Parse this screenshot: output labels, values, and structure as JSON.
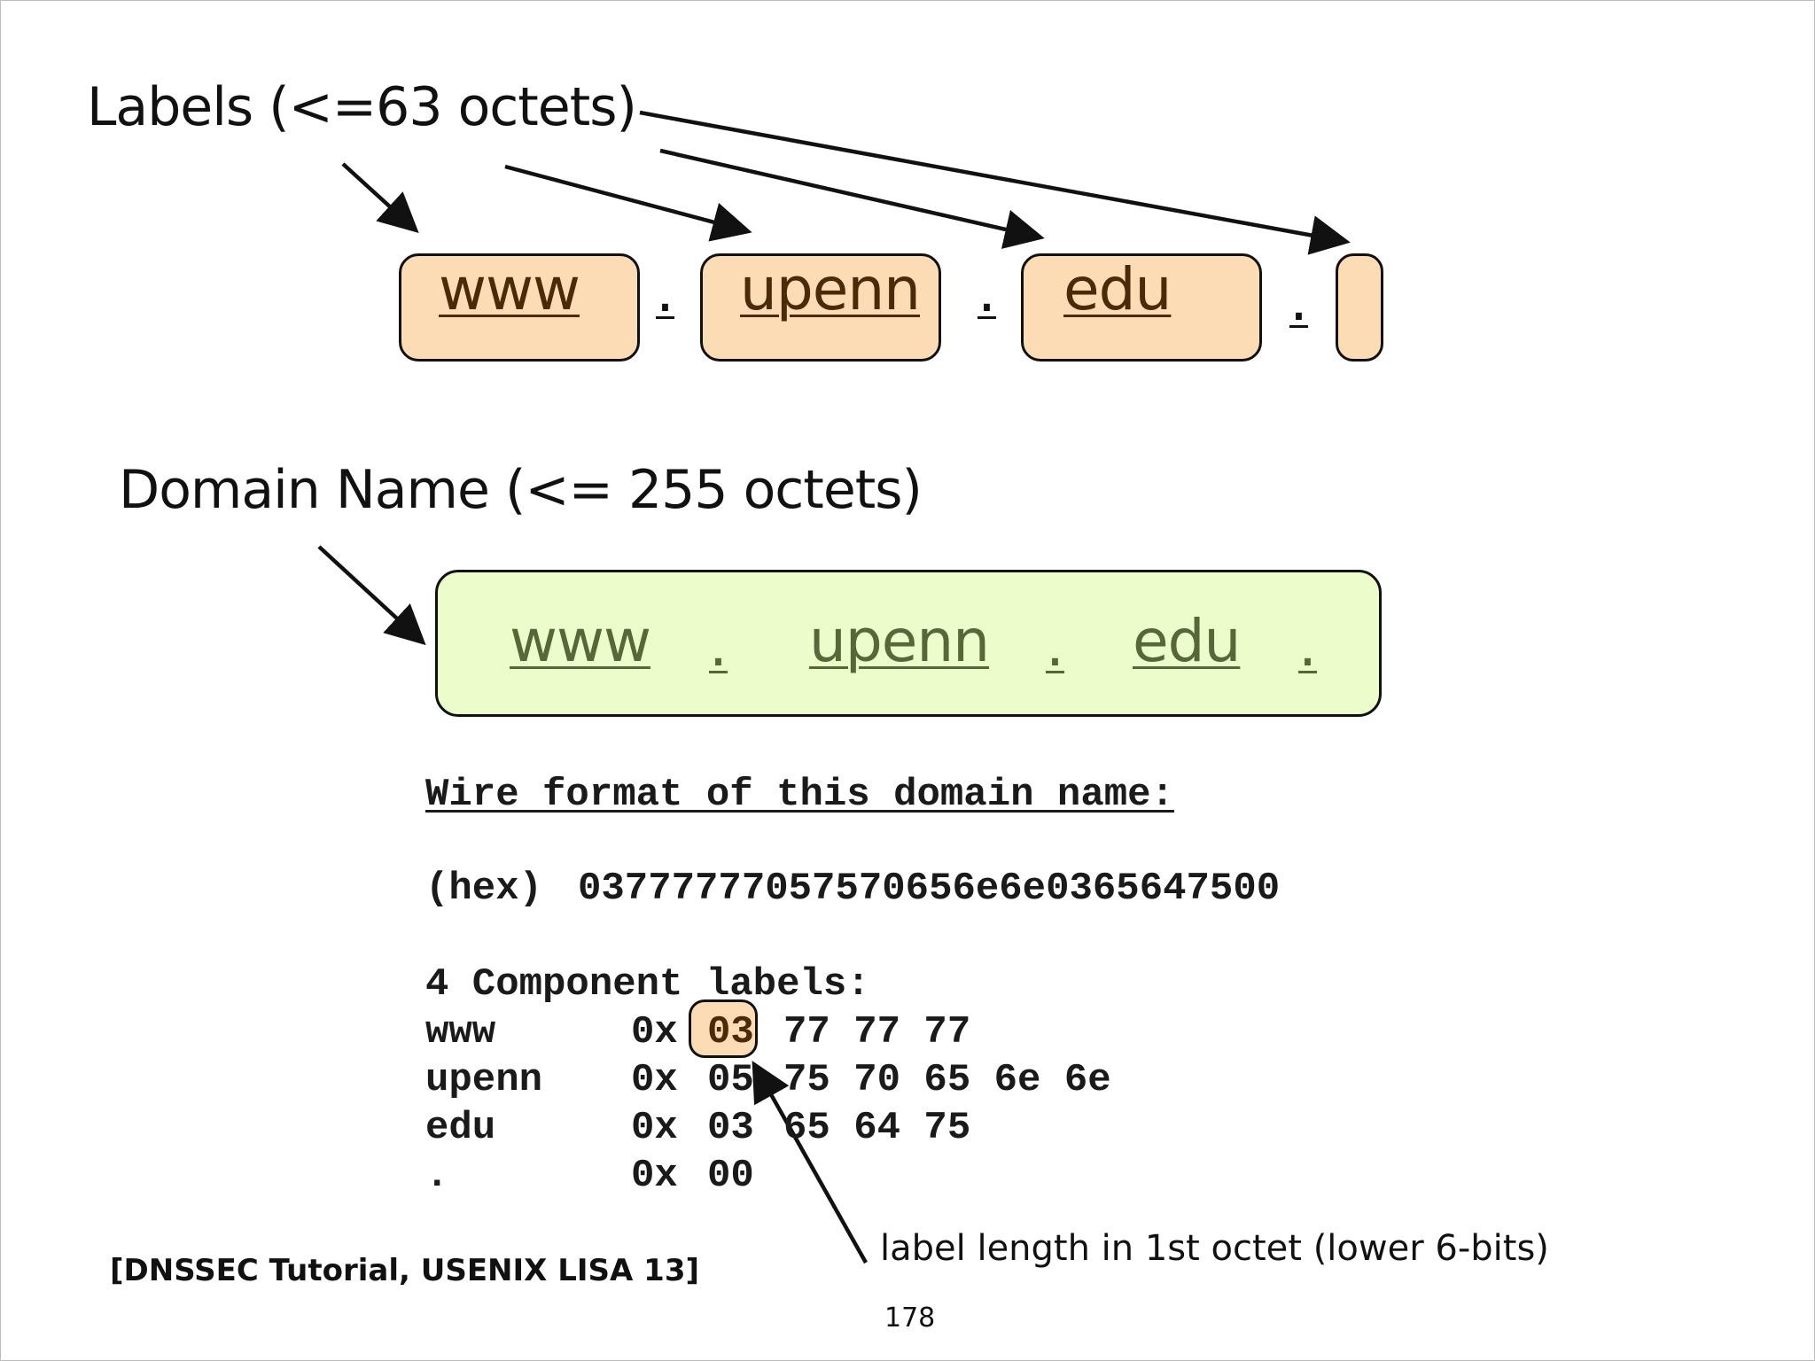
{
  "labels_title": "Labels (<=63 octets)",
  "label_boxes": [
    "www",
    "upenn",
    "edu",
    ""
  ],
  "dot": ".",
  "domain_title": "Domain Name (<= 255 octets)",
  "domain_parts": [
    "www",
    "upenn",
    "edu"
  ],
  "wire": {
    "heading": "Wire format of this domain name:",
    "hex_label": "(hex)",
    "hex_value": "0377777705757065 6e6e0365647500",
    "components_title": "4 Component labels:",
    "rows": [
      {
        "name": "www",
        "prefix": "0x",
        "len": "03",
        "bytes": "77 77 77"
      },
      {
        "name": "upenn",
        "prefix": "0x",
        "len": "05",
        "bytes": "75 70 65 6e 6e"
      },
      {
        "name": "edu",
        "prefix": "0x",
        "len": "03",
        "bytes": "65 64 75"
      },
      {
        "name": ".",
        "prefix": "0x",
        "len": "00",
        "bytes": ""
      }
    ]
  },
  "annotation": "label length in 1st octet (lower 6-bits)",
  "citation": "[DNSSEC Tutorial, USENIX LISA 13]",
  "page_number": "178",
  "colors": {
    "label_box_fill": "#fbdcb4",
    "label_text": "#4a2a08",
    "domain_box_fill": "#ecfccb",
    "domain_text": "#58673a"
  }
}
